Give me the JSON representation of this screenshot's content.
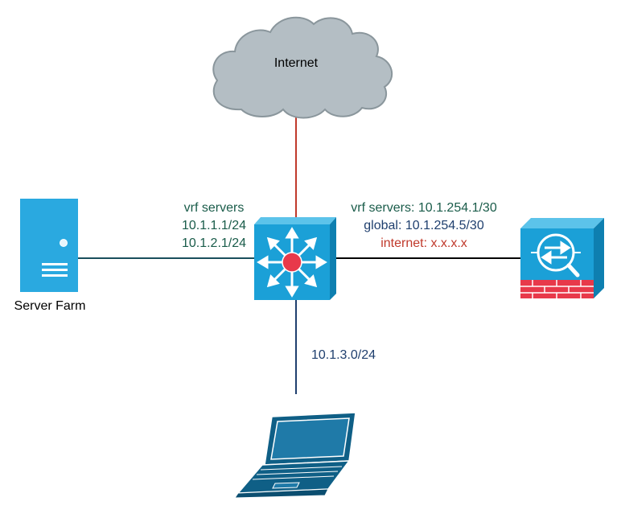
{
  "nodes": {
    "internet": {
      "label": "Internet"
    },
    "server_farm": {
      "label": "Server Farm"
    }
  },
  "links": {
    "server_link": {
      "lines": [
        "vrf servers",
        "10.1.1.1/24",
        "10.1.2.1/24"
      ],
      "color": "#1a5c4a"
    },
    "firewall_link": {
      "vrf_servers": "vrf servers: 10.1.254.1/30",
      "global": "global: 10.1.254.5/30",
      "internet": "internet: x.x.x.x"
    },
    "laptop_link": {
      "label": "10.1.3.0/24"
    }
  },
  "colors": {
    "vrf_green": "#1a5c4a",
    "global_navy": "#1f3f6e",
    "internet_red": "#c0392b",
    "cloud_fill": "#b4bec4",
    "switch_blue": "#1ba0d7",
    "server_blue": "#2aa9e0",
    "laptop_blue": "#0f5f86",
    "firewall_red": "#e8394a"
  }
}
